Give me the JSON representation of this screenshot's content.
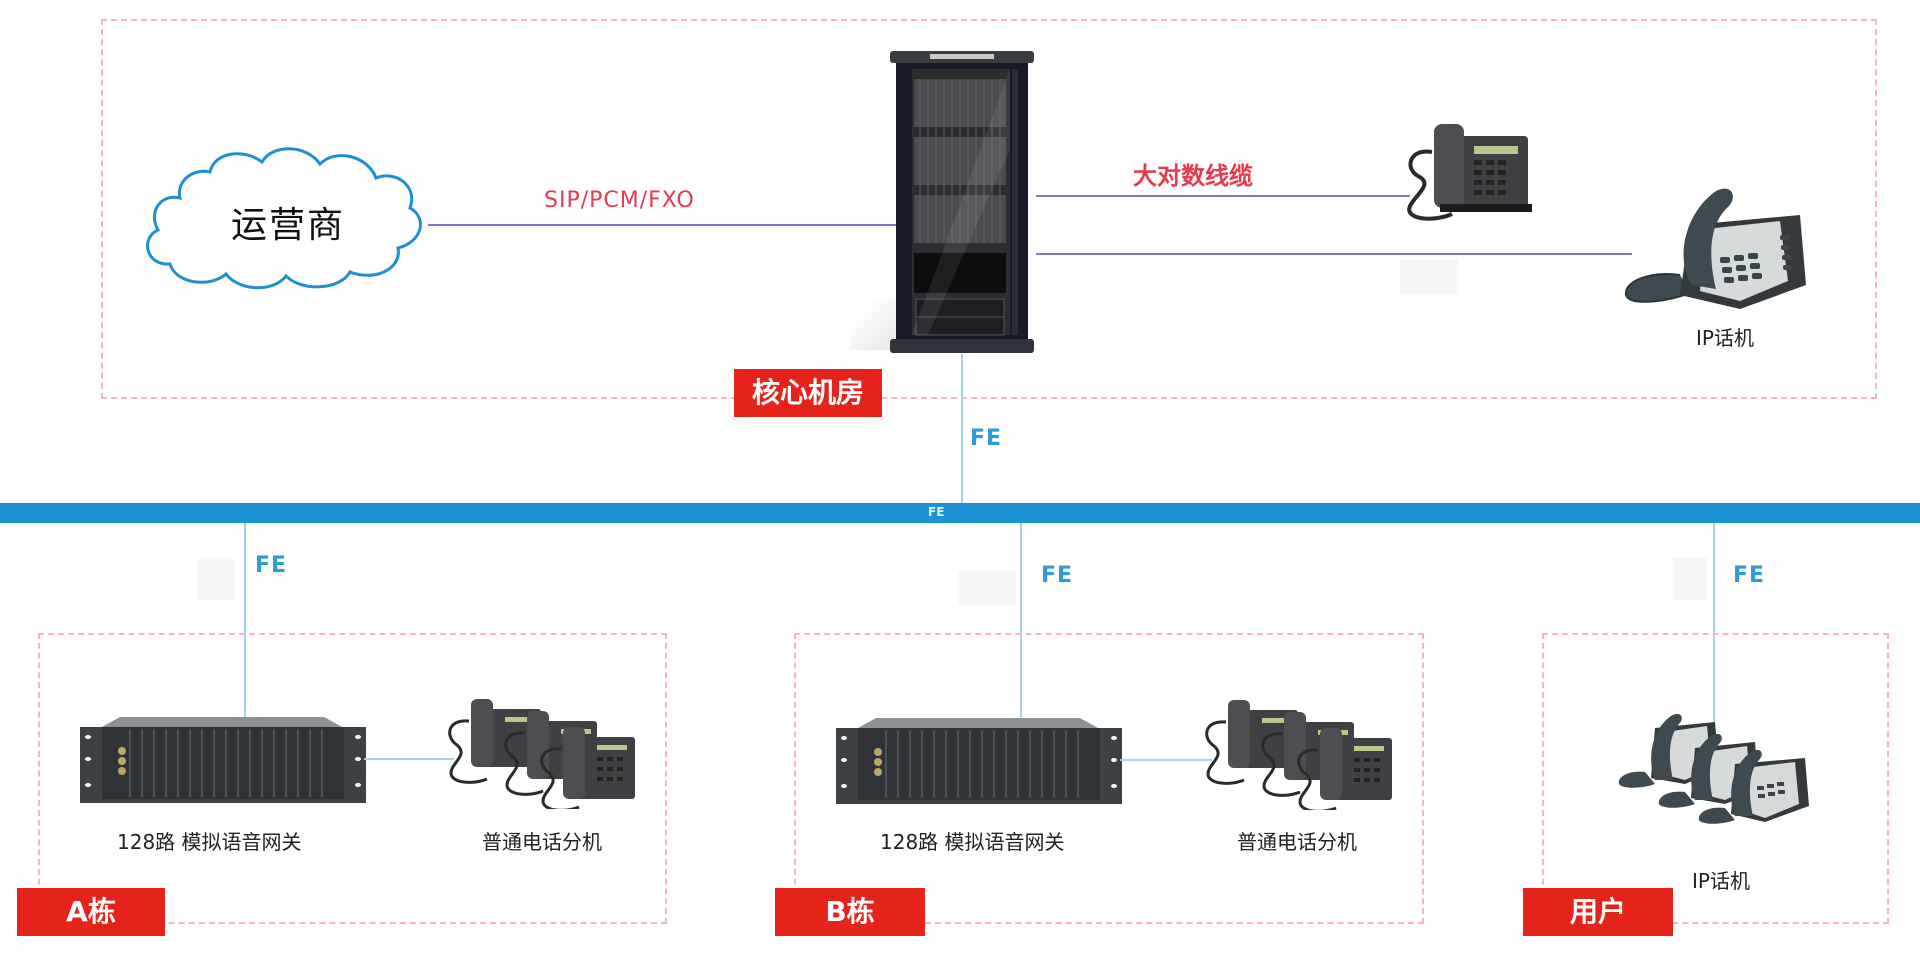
{
  "core_room": {
    "tag": "核心机房",
    "carrier": "运营商",
    "carrier_link": "SIP/PCM/FXO",
    "cable_link": "大对数线缆",
    "ip_phone_label": "IP话机",
    "uplink": "FE"
  },
  "bus": {
    "label": "FE",
    "color": "#1b93d4"
  },
  "buildings": [
    {
      "tag": "A栋",
      "uplink": "FE",
      "gateway_label": "128路  模拟语音网关",
      "phones_label": "普通电话分机"
    },
    {
      "tag": "B栋",
      "uplink": "FE",
      "gateway_label": "128路 模拟语音网关",
      "phones_label": "普通电话分机"
    },
    {
      "tag": "用户",
      "uplink": "FE",
      "phones_label": "IP话机"
    }
  ],
  "colors": {
    "tag_red": "#e5231b",
    "fe_blue": "#2f9ad8",
    "link_purple": "#7b7bc4",
    "dash_pink": "#f4b7bb",
    "cloud_blue": "#1f8fd0"
  }
}
